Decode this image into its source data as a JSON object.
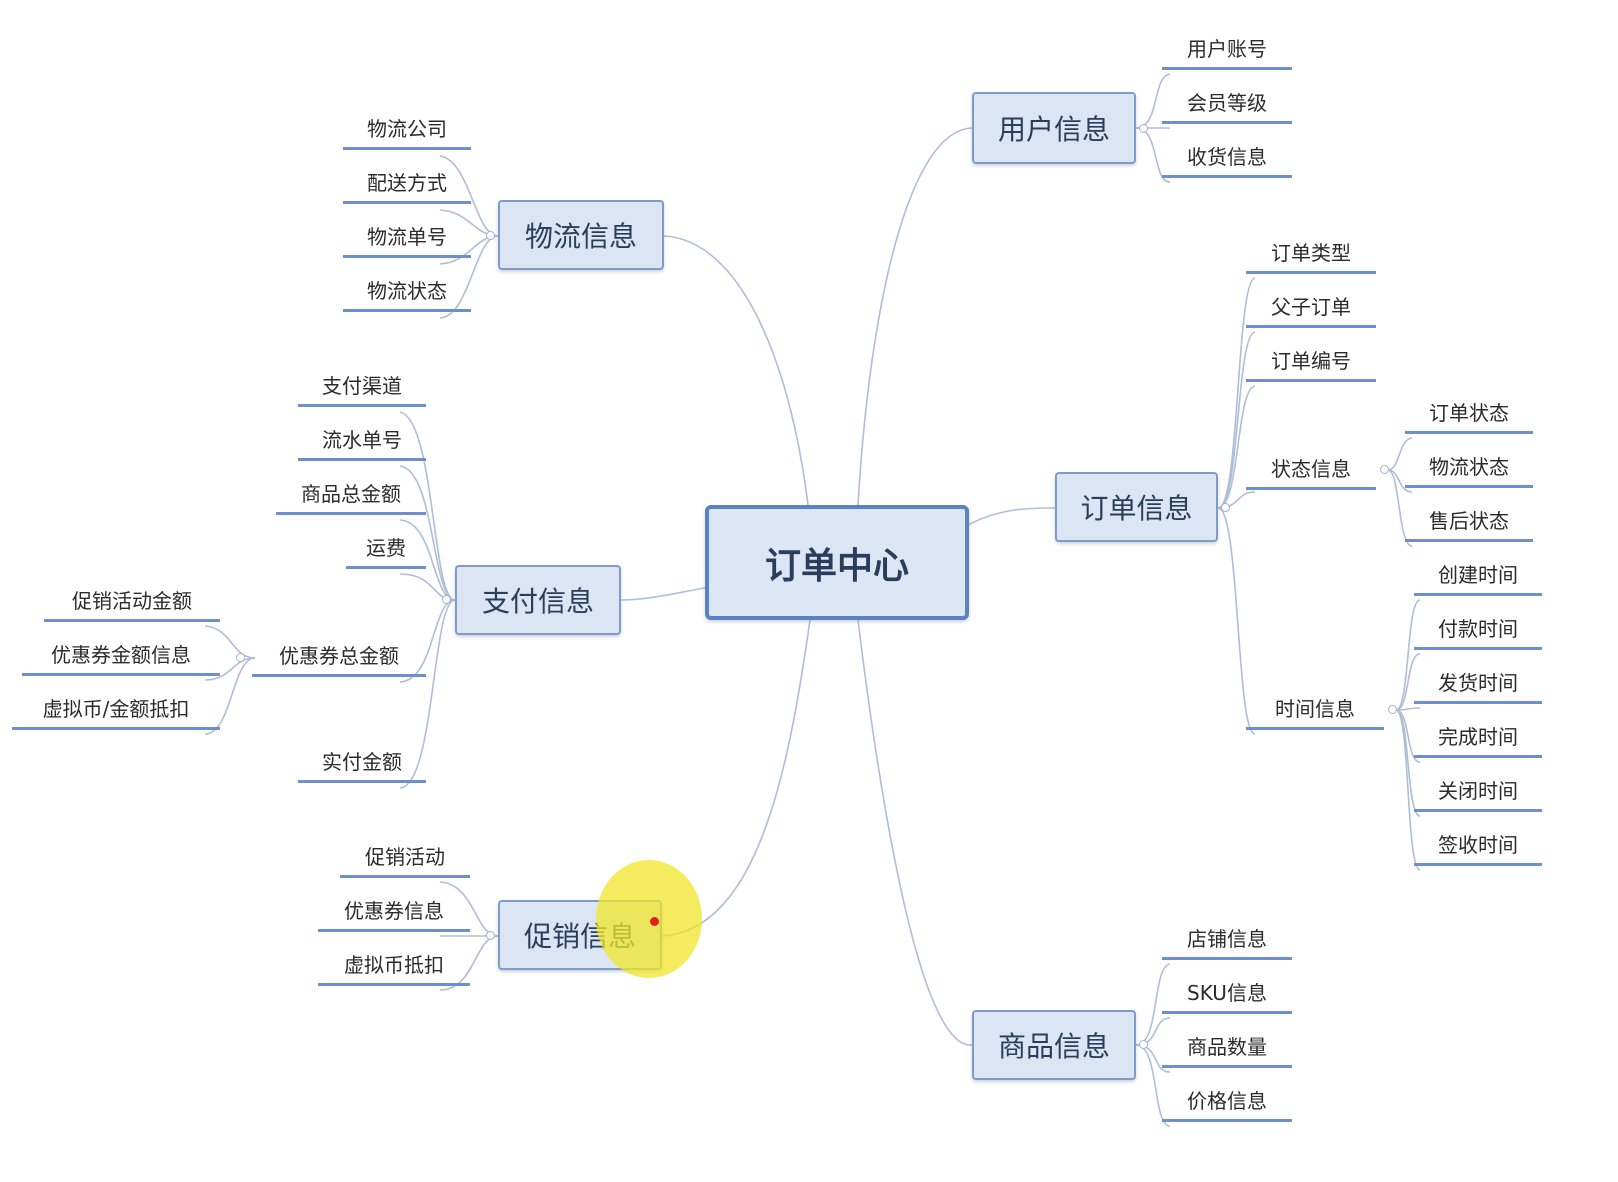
{
  "root": "订单中心",
  "branches": {
    "logistics": {
      "label": "物流信息",
      "items": [
        "物流公司",
        "配送方式",
        "物流单号",
        "物流状态"
      ]
    },
    "payment": {
      "label": "支付信息",
      "items": [
        "支付渠道",
        "流水单号",
        "商品总金额",
        "运费",
        "优惠券总金额",
        "实付金额"
      ],
      "coupon_children": [
        "促销活动金额",
        "优惠券金额信息",
        "虚拟币/金额抵扣"
      ]
    },
    "promotion": {
      "label": "促销信息",
      "items": [
        "促销活动",
        "优惠券信息",
        "虚拟币抵扣"
      ]
    },
    "user": {
      "label": "用户信息",
      "items": [
        "用户账号",
        "会员等级",
        "收货信息"
      ]
    },
    "order": {
      "label": "订单信息",
      "items": [
        "订单类型",
        "父子订单",
        "订单编号",
        "状态信息",
        "时间信息"
      ],
      "status_children": [
        "订单状态",
        "物流状态",
        "售后状态"
      ],
      "time_children": [
        "创建时间",
        "付款时间",
        "发货时间",
        "完成时间",
        "关闭时间",
        "签收时间"
      ]
    },
    "product": {
      "label": "商品信息",
      "items": [
        "店铺信息",
        "SKU信息",
        "商品数量",
        "价格信息"
      ]
    }
  },
  "colors": {
    "topic_fill": "#dbe5f3",
    "topic_border": "#7f9cc9",
    "underline": "#6f8fcc",
    "link": "#9fb2d2",
    "highlight": "#f0e628",
    "pointer": "#e02020"
  }
}
